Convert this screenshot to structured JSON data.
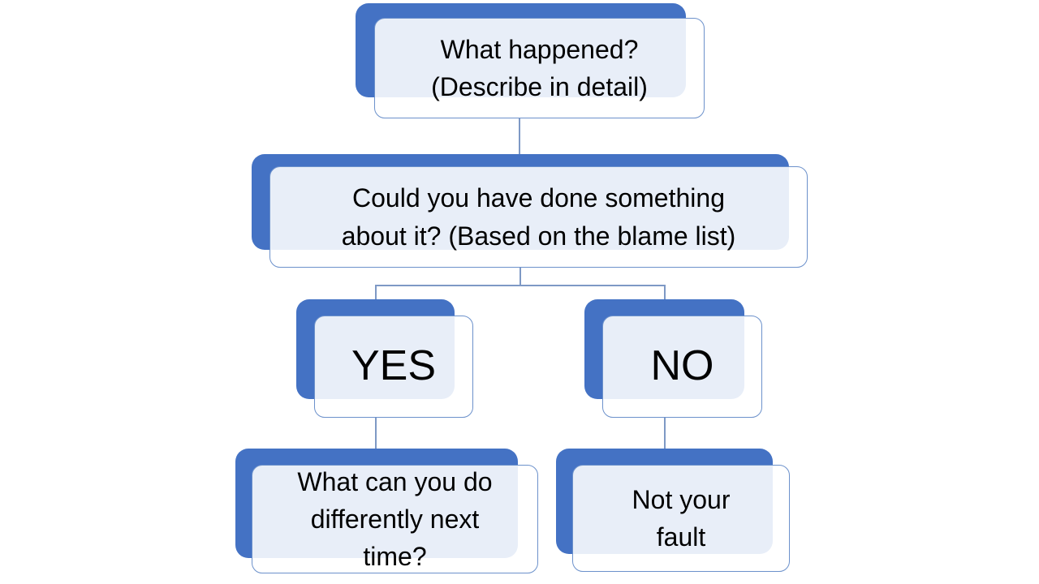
{
  "diagram": {
    "type": "flowchart",
    "colors": {
      "accent": "#4472C4",
      "card_border": "#6C91CB",
      "connector": "#7E99C5",
      "text": "#000000",
      "background": "#FFFFFF"
    },
    "nodes": {
      "q1": {
        "lines": [
          "What happened?",
          "(Describe in detail)"
        ]
      },
      "q2": {
        "lines": [
          "Could you have done something",
          "about it? (Based on the blame list)"
        ]
      },
      "yes": {
        "lines": [
          "YES"
        ]
      },
      "no": {
        "lines": [
          "NO"
        ]
      },
      "yes_next": {
        "lines": [
          "What can you do",
          "differently next",
          "time?"
        ]
      },
      "no_next": {
        "lines": [
          "Not your",
          "fault"
        ]
      }
    },
    "edges": [
      {
        "from": "q1",
        "to": "q2"
      },
      {
        "from": "q2",
        "to": "yes"
      },
      {
        "from": "q2",
        "to": "no"
      },
      {
        "from": "yes",
        "to": "yes_next"
      },
      {
        "from": "no",
        "to": "no_next"
      }
    ]
  }
}
